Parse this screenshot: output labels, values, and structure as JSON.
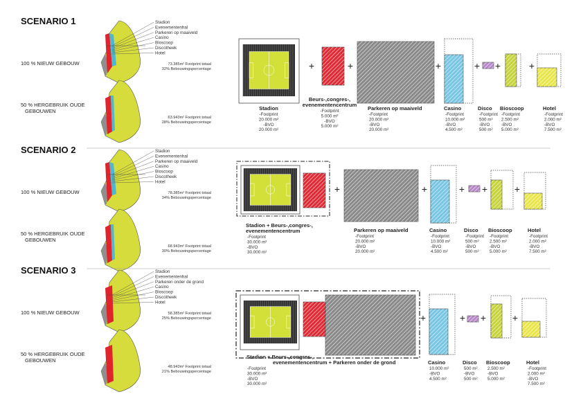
{
  "colors": {
    "blob": "#d6dc3c",
    "red": "#e0242c",
    "cyan": "#4fb8d0",
    "grey": "#8f8f8f",
    "pitch": "#d4e03a",
    "beurs": "#e02b36",
    "parkeren": "#8a8a8a",
    "casino": "#79c6e2",
    "disco": "#b88ac8",
    "bioscoop": "#c5d43a",
    "hotel": "#e8e64a"
  },
  "scenarios": [
    {
      "title": "SCENARIO 1",
      "new_label": "100 % NIEUW GEBOUW",
      "reuse_label": [
        "50 % HERGEBRUIK OUDE",
        "GEBOUWEN"
      ],
      "legend": [
        "Stadion",
        "Evenementenhal",
        "Parkeren op maaiveld",
        "Casino",
        "Bioscoop",
        "Discotheek",
        "Hotel"
      ],
      "totals_new": [
        "73.385m² Footprint totaal",
        "32% Bebouwingspercentage"
      ],
      "totals_reuse": [
        "63.943m² Footprint totaal",
        "28% Bebouwingspercentage"
      ],
      "blocks": [
        {
          "name": [
            "Stadion"
          ],
          "lines": [
            "-Footprint",
            "20.000 m²",
            "-BVO",
            "20.000 m²"
          ]
        },
        {
          "name": [
            "Beurs-,congres-,",
            "evenementencentrum"
          ],
          "lines": [
            "-Footprint",
            "5.000 m²",
            "-BVO",
            "5.000 m²"
          ]
        },
        {
          "name": [
            "Parkeren op maaiveld"
          ],
          "lines": [
            "-Footprint",
            "20.000 m²",
            "-BVO",
            "20.000 m²"
          ]
        },
        {
          "name": [
            "Casino"
          ],
          "lines": [
            "-Footprint",
            "10.000 m²",
            "-BVO",
            "4.500 m²"
          ]
        },
        {
          "name": [
            "Disco"
          ],
          "lines": [
            "-Footprint",
            "500 m²",
            "-BVO",
            "500 m²"
          ]
        },
        {
          "name": [
            "Bioscoop"
          ],
          "lines": [
            "-Footprint",
            "2.500 m²",
            "-BVO",
            "5.000 m²"
          ]
        },
        {
          "name": [
            "Hotel"
          ],
          "lines": [
            "-Footprint",
            "2.000 m²",
            "-BVO",
            "7.500 m²"
          ]
        }
      ]
    },
    {
      "title": "SCENARIO 2",
      "new_label": "100 % NIEUW GEBOUW",
      "reuse_label": [
        "50 % HERGEBRUIK OUDE",
        "GEBOUWEN"
      ],
      "legend": [
        "Stadion",
        "Evenementenhal",
        "Parkeren op maaiveld",
        "Casino",
        "Bioscoop",
        "Discotheek",
        "Hotel"
      ],
      "totals_new": [
        "78.385m² Footprint totaal",
        "34% Bebouwingspercentage"
      ],
      "totals_reuse": [
        "68.943m² Footprint totaal",
        "30% Bebouwingspercentage"
      ],
      "blocks": [
        {
          "name": [
            "Stadion + Beurs-,congres-,",
            "evenementencentrum"
          ],
          "lines": [
            "-Footprint",
            "30.000 m²",
            "-BVO",
            "30.000 m²"
          ]
        },
        {
          "name": [
            "Parkeren op maaiveld"
          ],
          "lines": [
            "-Footprint",
            "20.000 m²",
            "-BVO",
            "20.000 m²"
          ]
        },
        {
          "name": [
            "Casino"
          ],
          "lines": [
            "-Footprint",
            "10.000 m²",
            "-BVO",
            "4.500 m²"
          ]
        },
        {
          "name": [
            "Disco"
          ],
          "lines": [
            "-Footprint",
            "500 m²",
            "-BVO",
            "500 m²"
          ]
        },
        {
          "name": [
            "Bioscoop"
          ],
          "lines": [
            "-Footprint",
            "2.500 m²",
            "-BVO",
            "5.000 m²"
          ]
        },
        {
          "name": [
            "Hotel"
          ],
          "lines": [
            "-Footprint",
            "2.000 m²",
            "-BVO",
            "7.500 m²"
          ]
        }
      ]
    },
    {
      "title": "SCENARIO 3",
      "new_label": "100 % NIEUW GEBOUW",
      "reuse_label": [
        "50 % HERGEBRUIK OUDE",
        "GEBOUWEN"
      ],
      "legend": [
        "Stadion",
        "Evenementenhal",
        "Parkeren onder de grond",
        "Casino",
        "Bioscoop",
        "Discotheek",
        "Hotel"
      ],
      "totals_new": [
        "58.385m² Footprint totaal",
        "25% Bebouwingspercentage"
      ],
      "totals_reuse": [
        "48.943m² Footprint totaal",
        "21% Bebouwingspercentage"
      ],
      "blocks": [
        {
          "name": [
            "Stadion + Beurs-,congres-,",
            "evenementencentrum + Parkeren onder de grond"
          ],
          "lines": [
            "-Footprint",
            "30.000 m²",
            "-BVO",
            "30.000 m²"
          ]
        },
        {
          "name": [
            "Casino"
          ],
          "lines": [
            "10.000 m²",
            "-BVO",
            "4.500 m²"
          ]
        },
        {
          "name": [
            "Disco"
          ],
          "lines": [
            "500 m²",
            "-BVO",
            "500 m²"
          ]
        },
        {
          "name": [
            "Bioscoop"
          ],
          "lines": [
            "2.500 m²",
            "-BVO",
            "5.000 m²"
          ]
        },
        {
          "name": [
            "Hotel"
          ],
          "lines": [
            "-Footprint",
            "2.000 m²",
            "-BVO",
            "7.500 m²"
          ]
        }
      ]
    }
  ]
}
